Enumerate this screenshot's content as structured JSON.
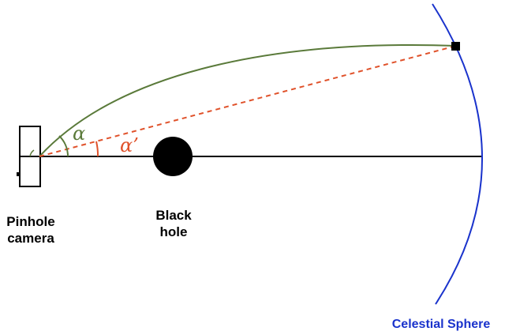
{
  "diagram": {
    "labels": {
      "camera": [
        "Pinhole",
        "camera"
      ],
      "black_hole": [
        "Black",
        "hole"
      ],
      "celestial_sphere": "Celestial Sphere",
      "alpha": "α",
      "alpha_prime": "α’"
    },
    "colors": {
      "bent_ray": "#5a7a3a",
      "straight_ray": "#e0522b",
      "celestial_sphere": "#1a33cc",
      "axis": "#000000",
      "black_hole": "#000000"
    }
  }
}
